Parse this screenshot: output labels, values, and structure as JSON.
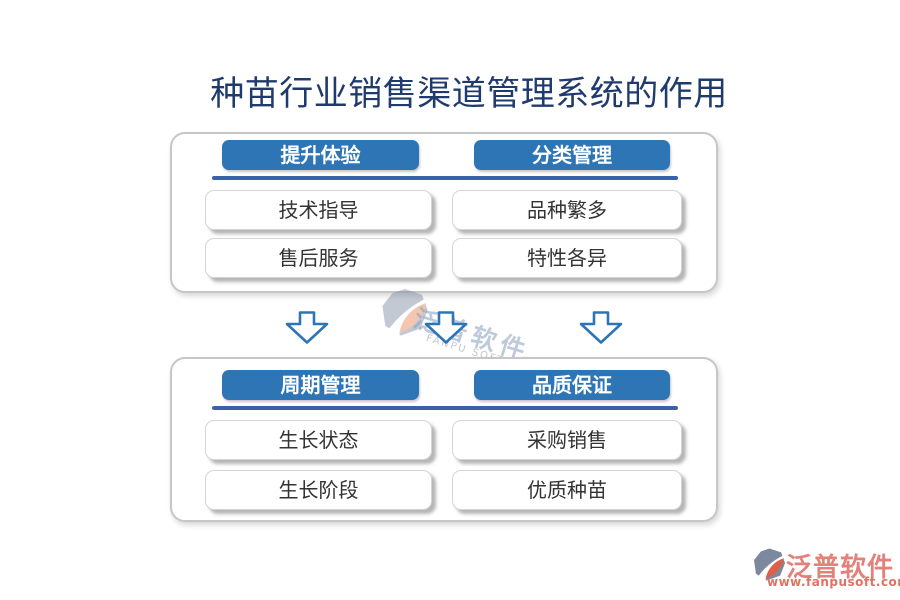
{
  "title": "种苗行业销售渠道管理系统的作用",
  "colors": {
    "title_navy": "#1f3b6e",
    "header_blue": "#2e75b6",
    "divider_blue": "#3b62a9",
    "arrow_blue": "#2e75b6",
    "logo_salmon": "#e2837b",
    "logo_orange": "#dd6047",
    "logo_gray": "#7b889e"
  },
  "panels": [
    {
      "columns": [
        {
          "header": "提升体验",
          "items": [
            "技术指导",
            "售后服务"
          ]
        },
        {
          "header": "分类管理",
          "items": [
            "品种繁多",
            "特性各异"
          ]
        }
      ]
    },
    {
      "columns": [
        {
          "header": "周期管理",
          "items": [
            "生长状态",
            "生长阶段"
          ]
        },
        {
          "header": "品质保证",
          "items": [
            "采购销售",
            "优质种苗"
          ]
        }
      ]
    }
  ],
  "watermark": {
    "brand": "泛普软件",
    "tagline": "FANPU SOFTWARE"
  },
  "footer_logo": {
    "brand": "泛普软件",
    "url": "www.fanpusoft.com"
  }
}
